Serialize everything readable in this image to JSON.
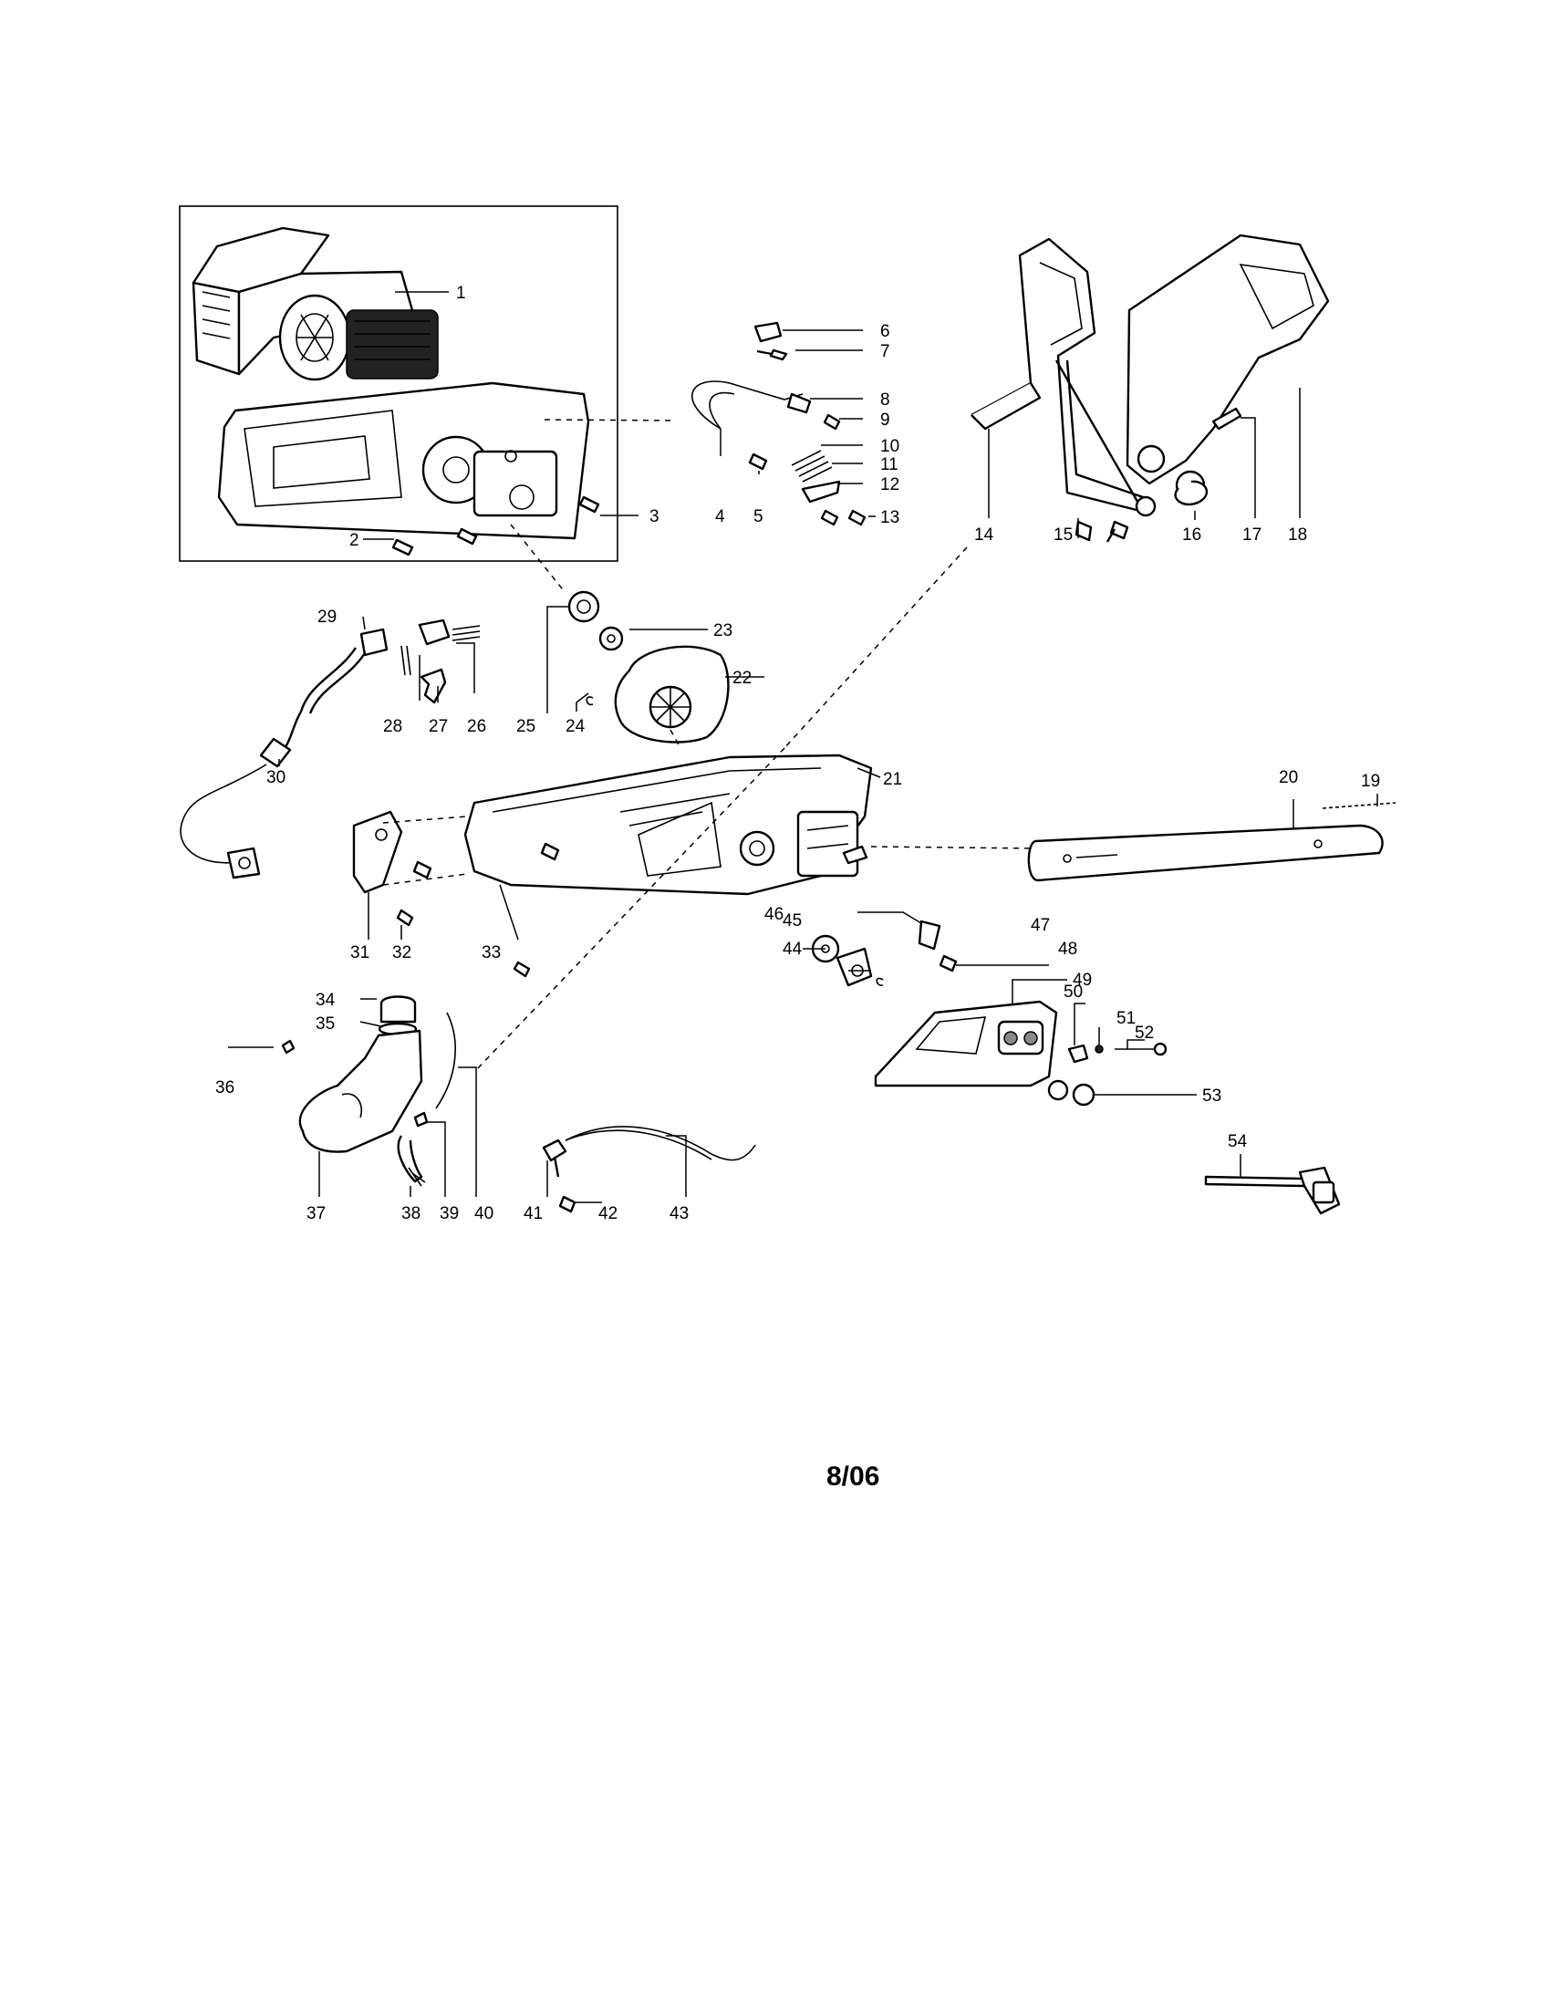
{
  "diagram": {
    "labels": [
      "1",
      "2",
      "3",
      "4",
      "5",
      "6",
      "7",
      "8",
      "9",
      "10",
      "11",
      "12",
      "13",
      "14",
      "15",
      "16",
      "17",
      "18",
      "19",
      "20",
      "21",
      "22",
      "23",
      "24",
      "25",
      "26",
      "27",
      "28",
      "29",
      "30",
      "31",
      "32",
      "33",
      "34",
      "35",
      "36",
      "37",
      "38",
      "39",
      "40",
      "41",
      "42",
      "43",
      "44",
      "45",
      "46",
      "47",
      "48",
      "49",
      "50",
      "51",
      "52",
      "53",
      "54"
    ],
    "revision_date": "8/06"
  }
}
